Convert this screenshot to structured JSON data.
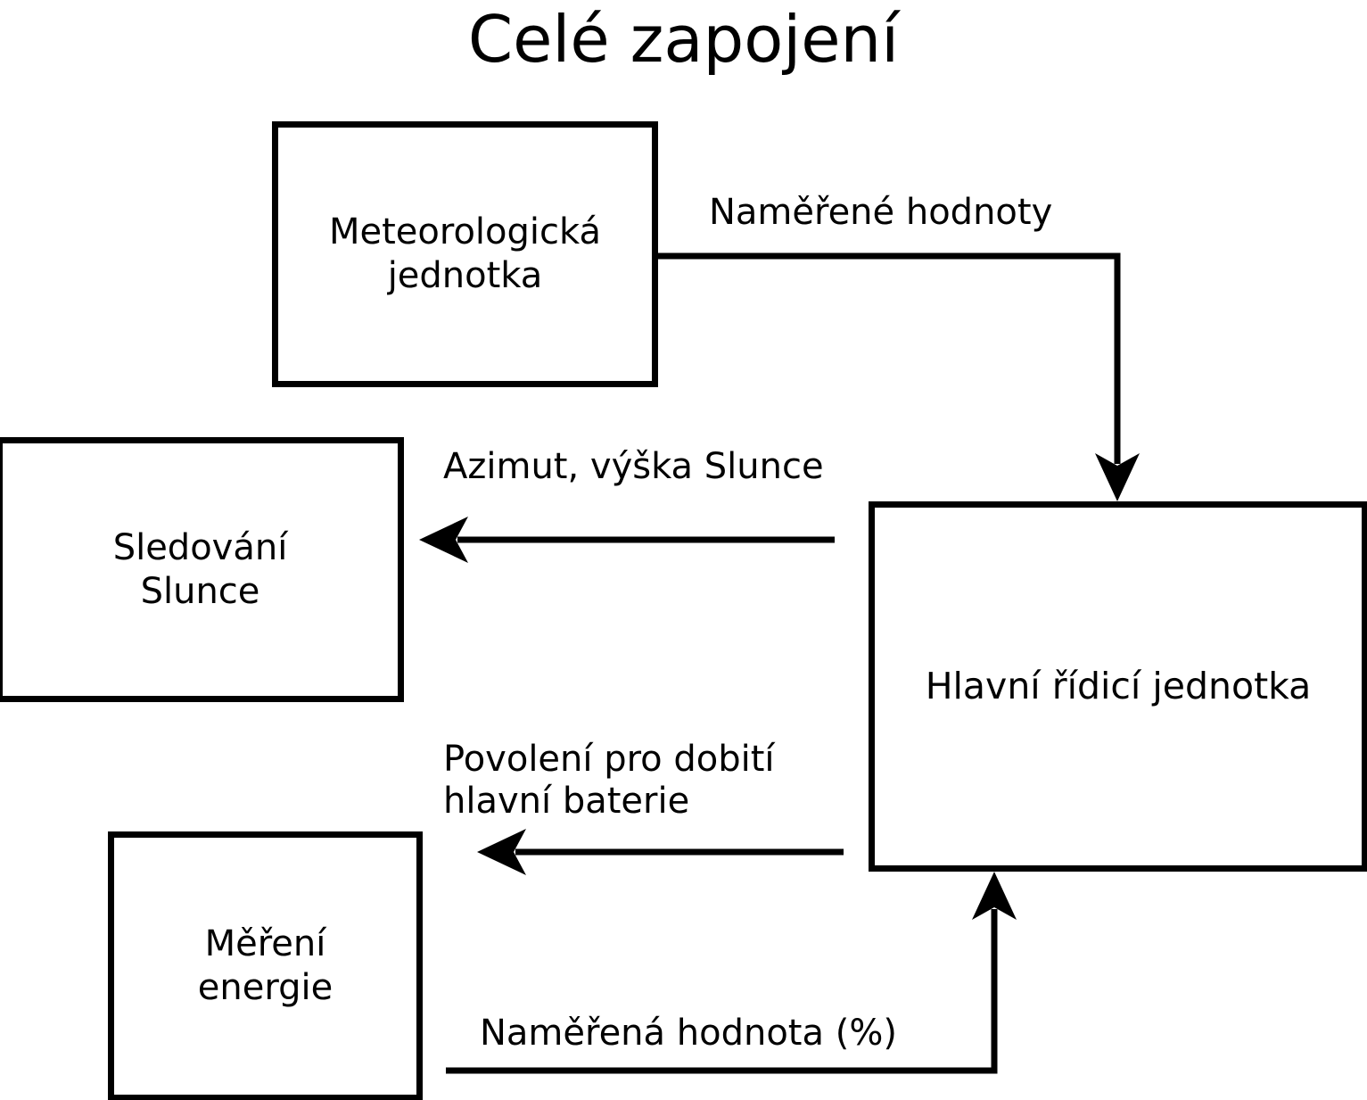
{
  "title": "Celé zapojení",
  "colors": {
    "stroke": "#000000",
    "background": "#ffffff",
    "text": "#000000"
  },
  "diagram": {
    "type": "block-diagram",
    "nodes": [
      {
        "id": "meteo",
        "label": "Meteorologická\njednotka"
      },
      {
        "id": "sun-track",
        "label": "Sledování\nSlunce"
      },
      {
        "id": "main-ctrl",
        "label": "Hlavní řídicí jednotka"
      },
      {
        "id": "energy",
        "label": "Měření\nenergie"
      }
    ],
    "edges": [
      {
        "id": "e1",
        "from": "meteo",
        "to": "main-ctrl",
        "label": "Naměřené hodnoty",
        "direction": "down"
      },
      {
        "id": "e2",
        "from": "main-ctrl",
        "to": "sun-track",
        "label": "Azimut, výška Slunce",
        "direction": "left"
      },
      {
        "id": "e3",
        "from": "main-ctrl",
        "to": "energy",
        "label": "Povolení pro dobití\nhlavní baterie",
        "direction": "left"
      },
      {
        "id": "e4",
        "from": "energy",
        "to": "main-ctrl",
        "label": "Naměřená hodnota (%)",
        "direction": "up"
      }
    ]
  }
}
